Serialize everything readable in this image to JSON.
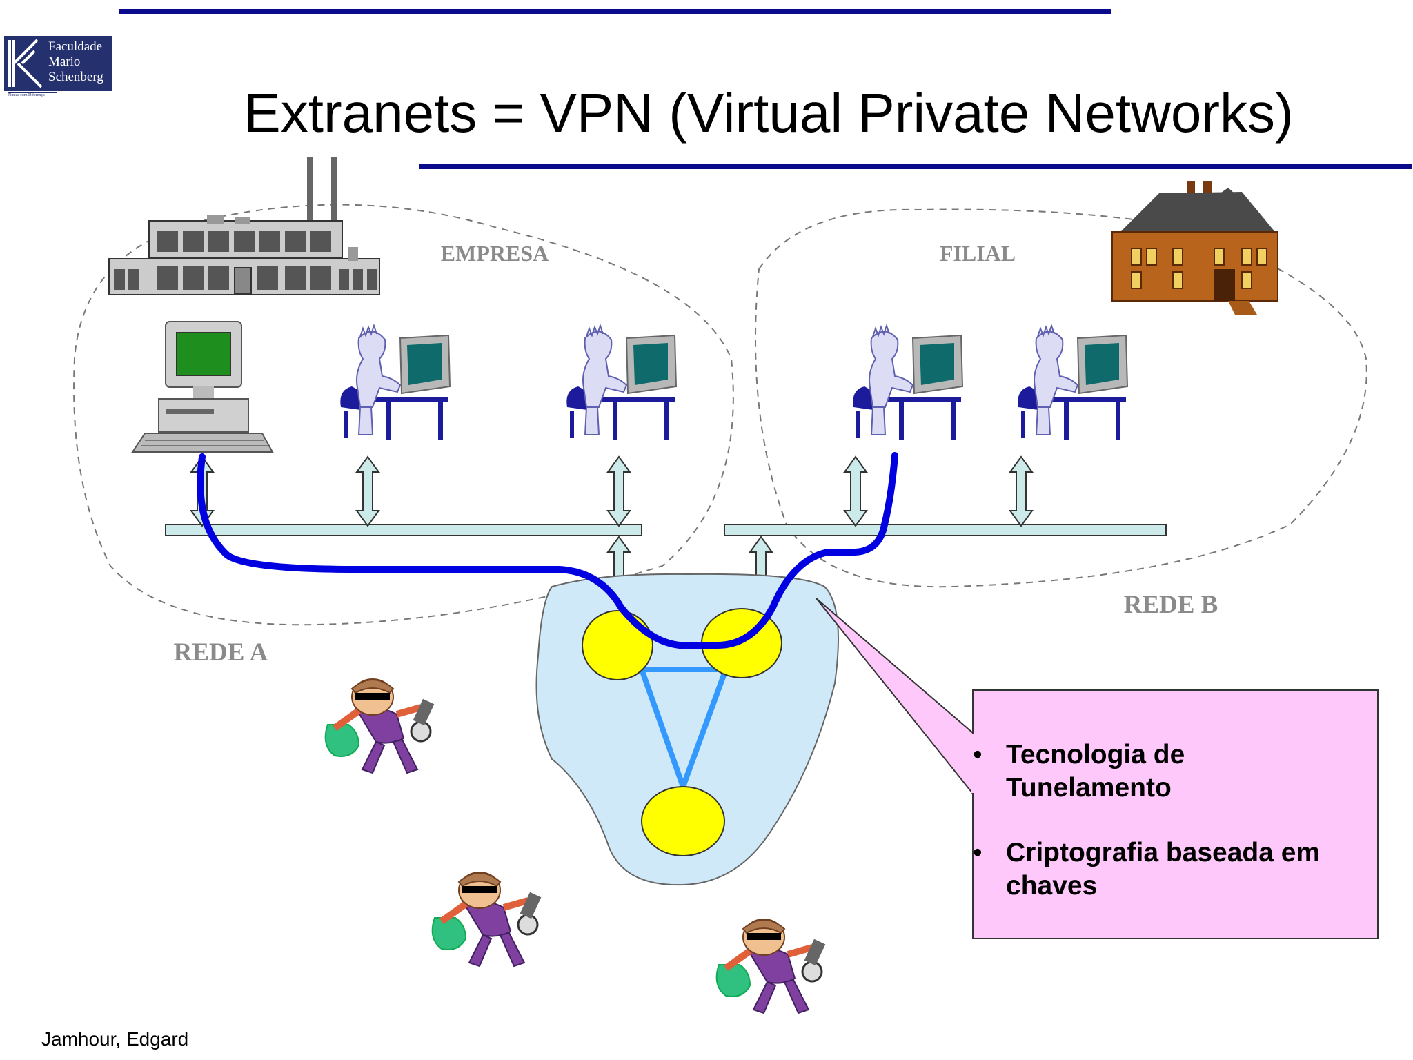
{
  "slide": {
    "title": "Extranets = VPN (Virtual Private Networks)",
    "author": "Jamhour, Edgard"
  },
  "logo": {
    "lines": [
      "Faculdade",
      "Mario",
      "Schenberg"
    ],
    "tagline": "Nunca com Diferença"
  },
  "diagram": {
    "network_a_site": "EMPRESA",
    "network_b_site": "FILIAL",
    "network_a_label": "REDE A",
    "network_b_label": "REDE B"
  },
  "callout": {
    "items": [
      "Tecnologia de Tunelamento",
      "Criptografia baseada em chaves"
    ],
    "item1_line1": "Tecnologia de",
    "item1_line2": "Tunelamento",
    "item2_line1": "Criptografia baseada em",
    "item2_line2": "chaves"
  },
  "colors": {
    "title_bar": "#0a0a8c",
    "tunnel": "#0000e0",
    "cloud": "#cfe9f8",
    "router": "#ffff00",
    "callout_fill": "#ffc8fa",
    "bus": "#cdeaea"
  }
}
